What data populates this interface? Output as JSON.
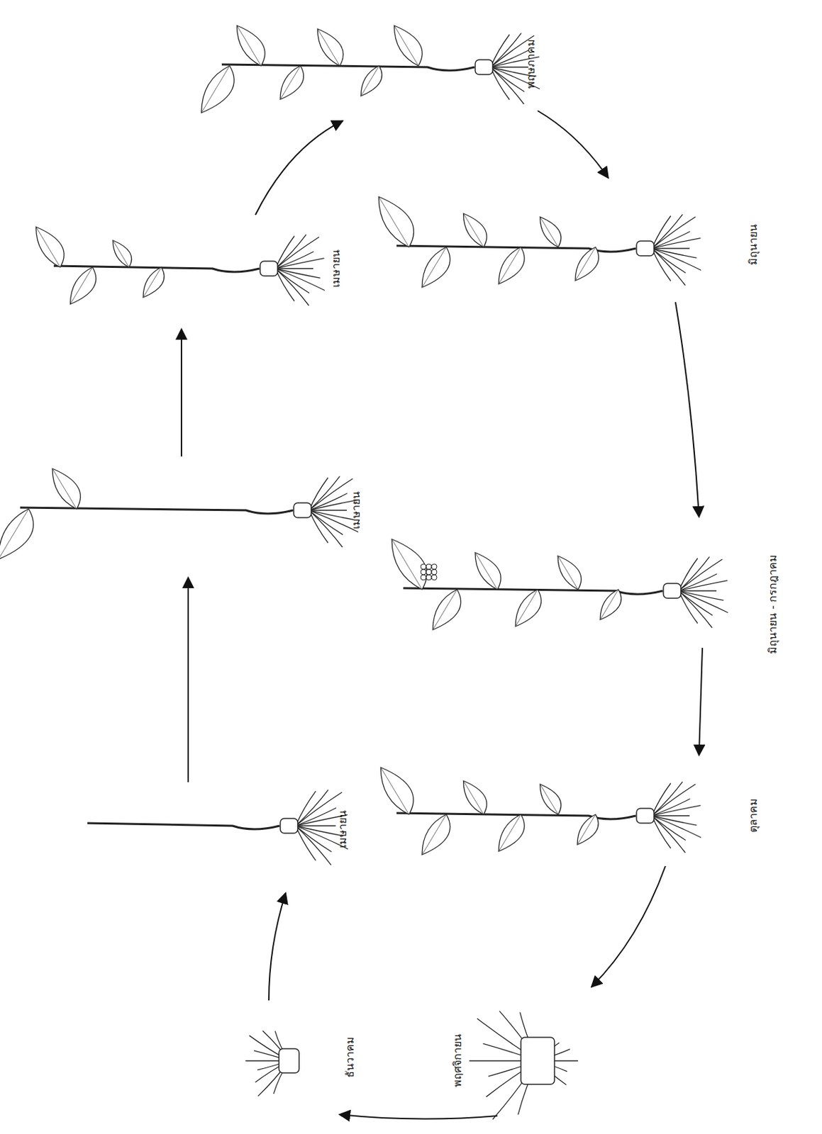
{
  "diagram": {
    "labels": [
      "พฤษภาคม",
      "มิถุนายน",
      "มิถุนายน - กรกฎาคม",
      "ตุลาคม",
      "พฤศจิกายน",
      "ธันวาคม",
      "เมษายน",
      "เมษายน",
      "เมษายน"
    ]
  }
}
